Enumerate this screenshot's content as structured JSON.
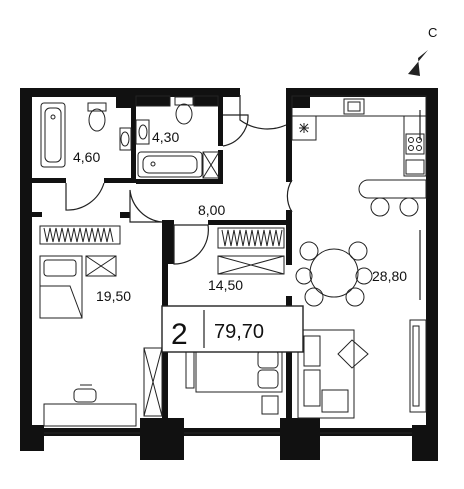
{
  "compass": {
    "letter": "С"
  },
  "rooms": [
    {
      "id": "bathroom",
      "area": "4,60"
    },
    {
      "id": "wc-bath",
      "area": "4,30"
    },
    {
      "id": "hall",
      "area": "8,00"
    },
    {
      "id": "bedroom-left",
      "area": "19,50"
    },
    {
      "id": "bedroom-middle",
      "area": "14,50"
    },
    {
      "id": "kitchen-living",
      "area": "28,80"
    }
  ],
  "summary": {
    "room_count": "2",
    "total_area": "79,70"
  },
  "colors": {
    "wall": "#111111",
    "line": "#222222",
    "light": "#aaaaaa",
    "background": "#ffffff"
  }
}
